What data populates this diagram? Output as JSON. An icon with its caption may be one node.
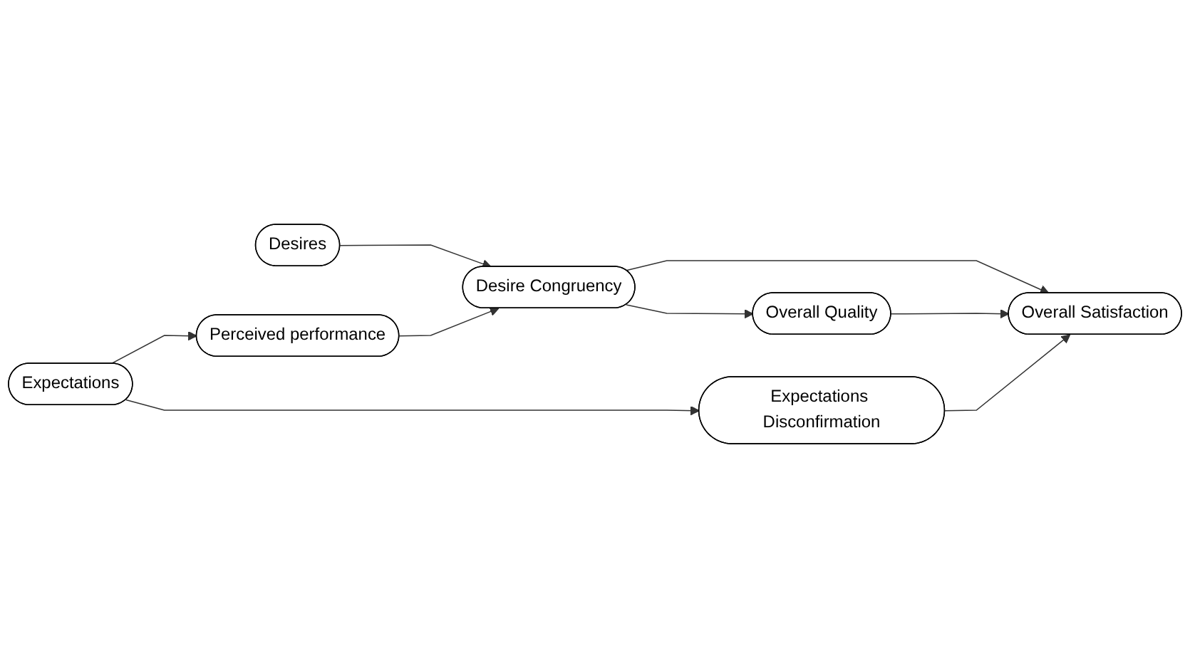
{
  "diagram": {
    "nodes": [
      {
        "text": [
          "Desires"
        ]
      },
      {
        "text": [
          "Perceived performance"
        ]
      },
      {
        "text": [
          "Expectations"
        ]
      },
      {
        "text": [
          "Desire Congruency"
        ]
      },
      {
        "text": [
          "Expectations Disconfirmation"
        ]
      },
      {
        "text": [
          "Overall Quality"
        ]
      },
      {
        "text": [
          "Overall Satisfaction"
        ]
      }
    ],
    "edges": [
      {
        "from": 0,
        "to": 3,
        "arrow": "to"
      },
      {
        "from": 1,
        "to": 3,
        "arrow": "to"
      },
      {
        "from": 2,
        "to": 1,
        "arrow": "to"
      },
      {
        "from": 2,
        "to": 4,
        "arrow": "to"
      },
      {
        "from": 3,
        "to": 5,
        "arrow": "to"
      },
      {
        "from": 3,
        "to": 6,
        "arrow": "to"
      },
      {
        "from": 5,
        "to": 6,
        "arrow": "to"
      },
      {
        "from": 4,
        "to": 6,
        "arrow": "to"
      }
    ]
  }
}
